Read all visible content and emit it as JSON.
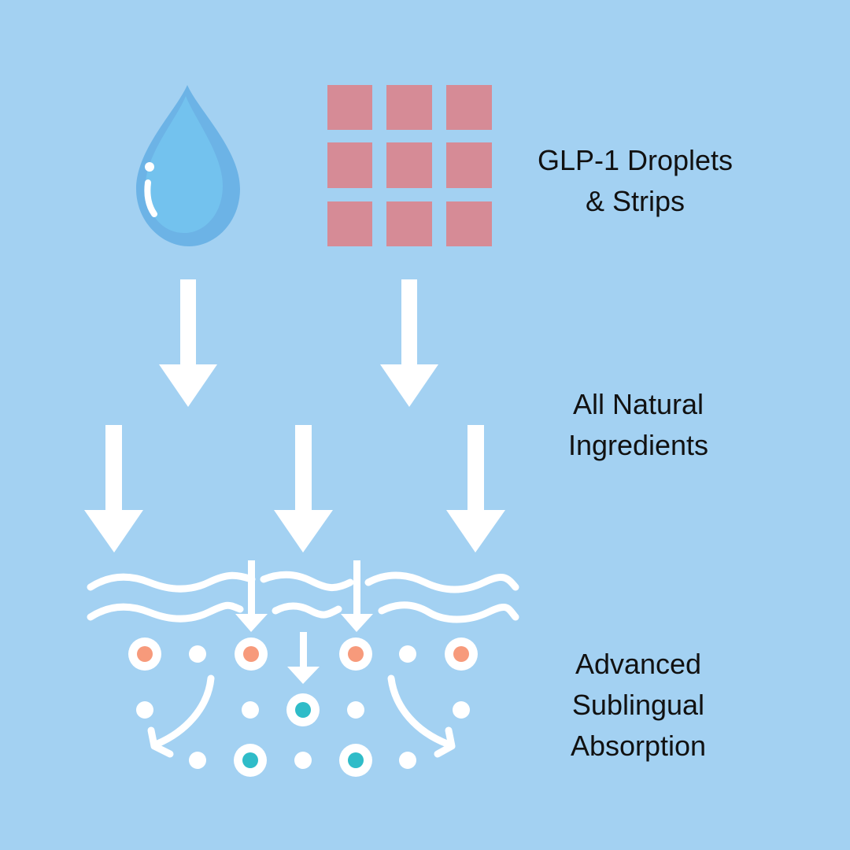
{
  "labels": {
    "step1": [
      "GLP-1 Droplets",
      "& Strips"
    ],
    "step2": [
      "All Natural",
      "Ingredients"
    ],
    "step3": [
      "Advanced",
      "Sublingual",
      "Absorption"
    ]
  },
  "icons": {
    "droplet": "water-droplet-icon",
    "strips": "strip-grid-icon",
    "arrow": "down-arrow-icon",
    "waves": "wave-icon",
    "cells": "cell-icon"
  },
  "colors": {
    "background": "#a3d1f2",
    "droplet_light": "#73c2ee",
    "droplet_dark": "#6cb3e6",
    "strip": "#d68b96",
    "arrow": "#ffffff",
    "cell_orange": "#f79a7b",
    "cell_teal": "#2fbcc8",
    "text": "#111111"
  }
}
